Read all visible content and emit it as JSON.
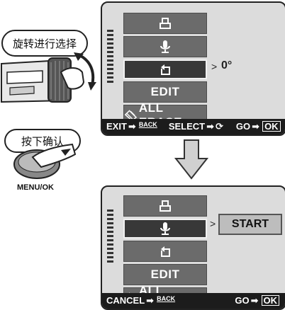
{
  "left_panel": {
    "rotate_caption": "旋转进行选择",
    "press_caption": "按下确认",
    "button_label": "MENU/OK"
  },
  "screen_top": {
    "menu_items": [
      {
        "icon": "print-icon",
        "label": ""
      },
      {
        "icon": "microphone-icon",
        "label": ""
      },
      {
        "icon": "rotate-icon",
        "label": ""
      },
      {
        "icon": "",
        "label": "EDIT"
      },
      {
        "icon": "erase-icon",
        "label": "ALL ERASE"
      }
    ],
    "selected_index": 2,
    "rotation_value": "0°",
    "footer": {
      "exit_label": "EXIT",
      "back_label": "BACK",
      "select_label": "SELECT",
      "go_label": "GO",
      "ok_label": "OK"
    }
  },
  "screen_bottom": {
    "menu_items": [
      {
        "icon": "print-icon",
        "label": ""
      },
      {
        "icon": "microphone-icon",
        "label": ""
      },
      {
        "icon": "rotate-icon",
        "label": ""
      },
      {
        "icon": "",
        "label": "EDIT"
      },
      {
        "icon": "erase-icon",
        "label": "ALL ERASE"
      }
    ],
    "selected_index": 1,
    "start_label": "START",
    "footer": {
      "cancel_label": "CANCEL",
      "back_label": "BACK",
      "go_label": "GO",
      "ok_label": "OK"
    }
  },
  "colors": {
    "menu_item": "#6b6b6b",
    "menu_selected": "#383838",
    "footer_bar": "#1c1c1c",
    "screen_bg": "#dcdcdc"
  }
}
